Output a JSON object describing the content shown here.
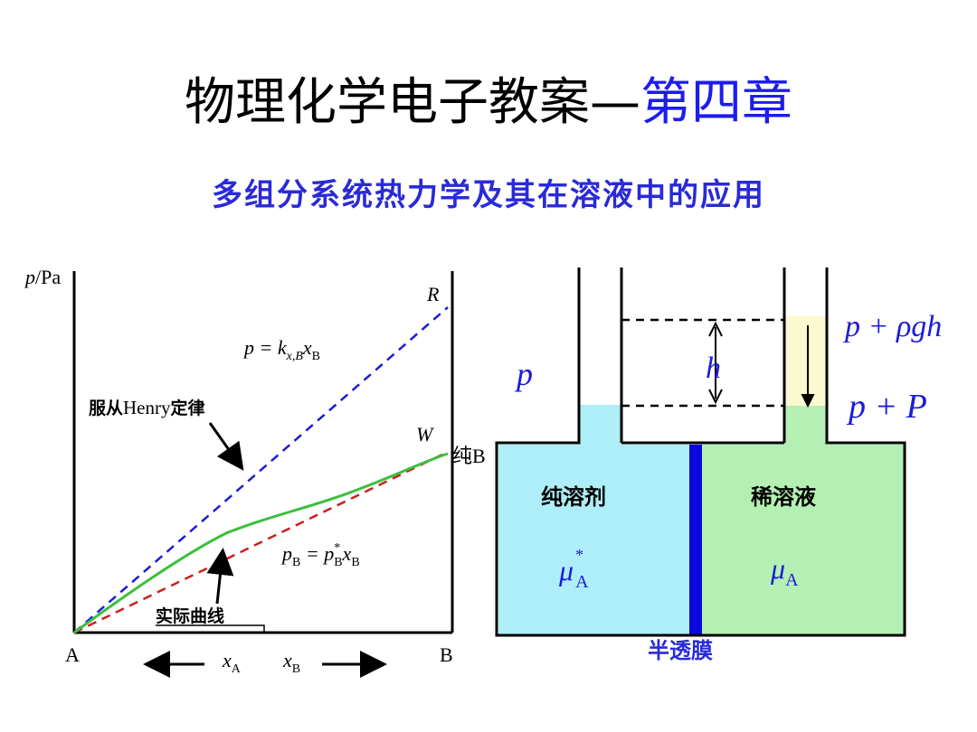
{
  "title": {
    "main": "物理化学电子教案—",
    "highlight": "第四章"
  },
  "subtitle": "多组分系统热力学及其在溶液中的应用",
  "graph": {
    "y_axis_p": "p",
    "y_axis_unit": "/Pa",
    "origin_label": "A",
    "end_label": "B",
    "label_R": "R",
    "label_W": "W",
    "pure_B_label": "纯B",
    "henry_label_cn1": "服从",
    "henry_label_latin": "Henry",
    "henry_label_cn2": "定律",
    "actual_curve_label": "实际曲线",
    "xA": "x",
    "xA_sub": "A",
    "xB": "x",
    "xB_sub": "B",
    "henry_eq": {
      "p": "p = k",
      "sub": "x,B",
      "x": "x",
      "xsub": "B"
    },
    "raoult_eq": {
      "p": "p",
      "psub": "B",
      "eq": " = p",
      "sup": "*",
      "sub2": "B",
      "x": "x",
      "xsub": "B"
    },
    "colors": {
      "henry": "#1c1cd8",
      "raoult": "#cc1f1f",
      "actual": "#3cbf3c"
    }
  },
  "osmosis": {
    "left_p": "p",
    "h_label": "h",
    "top_right_label": "p + ρgh",
    "right_label": "p + P",
    "pure_solvent": "纯溶剂",
    "dilute_solution": "稀溶液",
    "mu_left": "μ",
    "mu_left_sup": "*",
    "mu_left_sub": "A",
    "mu_right": "μ",
    "mu_right_sub": "A",
    "membrane_label": "半透膜",
    "colors": {
      "left_fill": "#aeeef8",
      "right_fill": "#b4f0b4",
      "membrane": "#0a0adc",
      "column_top": "#fbf9cf"
    }
  }
}
